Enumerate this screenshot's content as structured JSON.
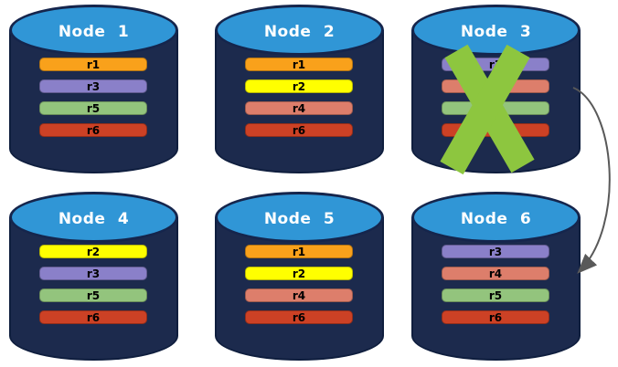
{
  "style": {
    "background": "#FFFFFF",
    "cylinder_body": "#1C2A4D",
    "cylinder_outline": "#0F1E3E",
    "cylinder_top": "#3096D6",
    "cylinder_top_outline": "#15254C",
    "title_color": "#FFFFFF",
    "bar_text_color": "#000000",
    "x_color": "#8DC63F",
    "arrow_color": "#595959"
  },
  "replica_palette": {
    "r1": "#F9A11B",
    "r2": "#FFFF00",
    "r3": "#8A80C9",
    "r4": "#DD7E6B",
    "r5": "#93C47D",
    "r6": "#CC4125"
  },
  "nodes": [
    {
      "title": "Node 1",
      "failed": false,
      "replicas": [
        {
          "label": "r1",
          "color": "#F9A11B"
        },
        {
          "label": "r3",
          "color": "#8A80C9"
        },
        {
          "label": "r5",
          "color": "#93C47D"
        },
        {
          "label": "r6",
          "color": "#CC4125"
        }
      ]
    },
    {
      "title": "Node 2",
      "failed": false,
      "replicas": [
        {
          "label": "r1",
          "color": "#F9A11B"
        },
        {
          "label": "r2",
          "color": "#FFFF00"
        },
        {
          "label": "r4",
          "color": "#DD7E6B"
        },
        {
          "label": "r6",
          "color": "#CC4125"
        }
      ]
    },
    {
      "title": "Node 3",
      "failed": true,
      "replicas": [
        {
          "label": "r3",
          "color": "#8A80C9"
        },
        {
          "label": "r4",
          "color": "#DD7E6B"
        },
        {
          "label": "r5",
          "color": "#93C47D"
        },
        {
          "label": "r6",
          "color": "#CC4125"
        }
      ]
    },
    {
      "title": "Node 4",
      "failed": false,
      "replicas": [
        {
          "label": "r2",
          "color": "#FFFF00"
        },
        {
          "label": "r3",
          "color": "#8A80C9"
        },
        {
          "label": "r5",
          "color": "#93C47D"
        },
        {
          "label": "r6",
          "color": "#CC4125"
        }
      ]
    },
    {
      "title": "Node 5",
      "failed": false,
      "replicas": [
        {
          "label": "r1",
          "color": "#F9A11B"
        },
        {
          "label": "r2",
          "color": "#FFFF00"
        },
        {
          "label": "r4",
          "color": "#DD7E6B"
        },
        {
          "label": "r6",
          "color": "#CC4125"
        }
      ]
    },
    {
      "title": "Node 6",
      "failed": false,
      "replicas": [
        {
          "label": "r3",
          "color": "#8A80C9"
        },
        {
          "label": "r4",
          "color": "#DD7E6B"
        },
        {
          "label": "r5",
          "color": "#93C47D"
        },
        {
          "label": "r6",
          "color": "#CC4125"
        }
      ]
    }
  ],
  "annotations": {
    "failure_x": {
      "icon": "x-mark-icon",
      "over_node": "Node 3"
    },
    "arrow": {
      "from": "Node 3",
      "to": "Node 6"
    }
  }
}
